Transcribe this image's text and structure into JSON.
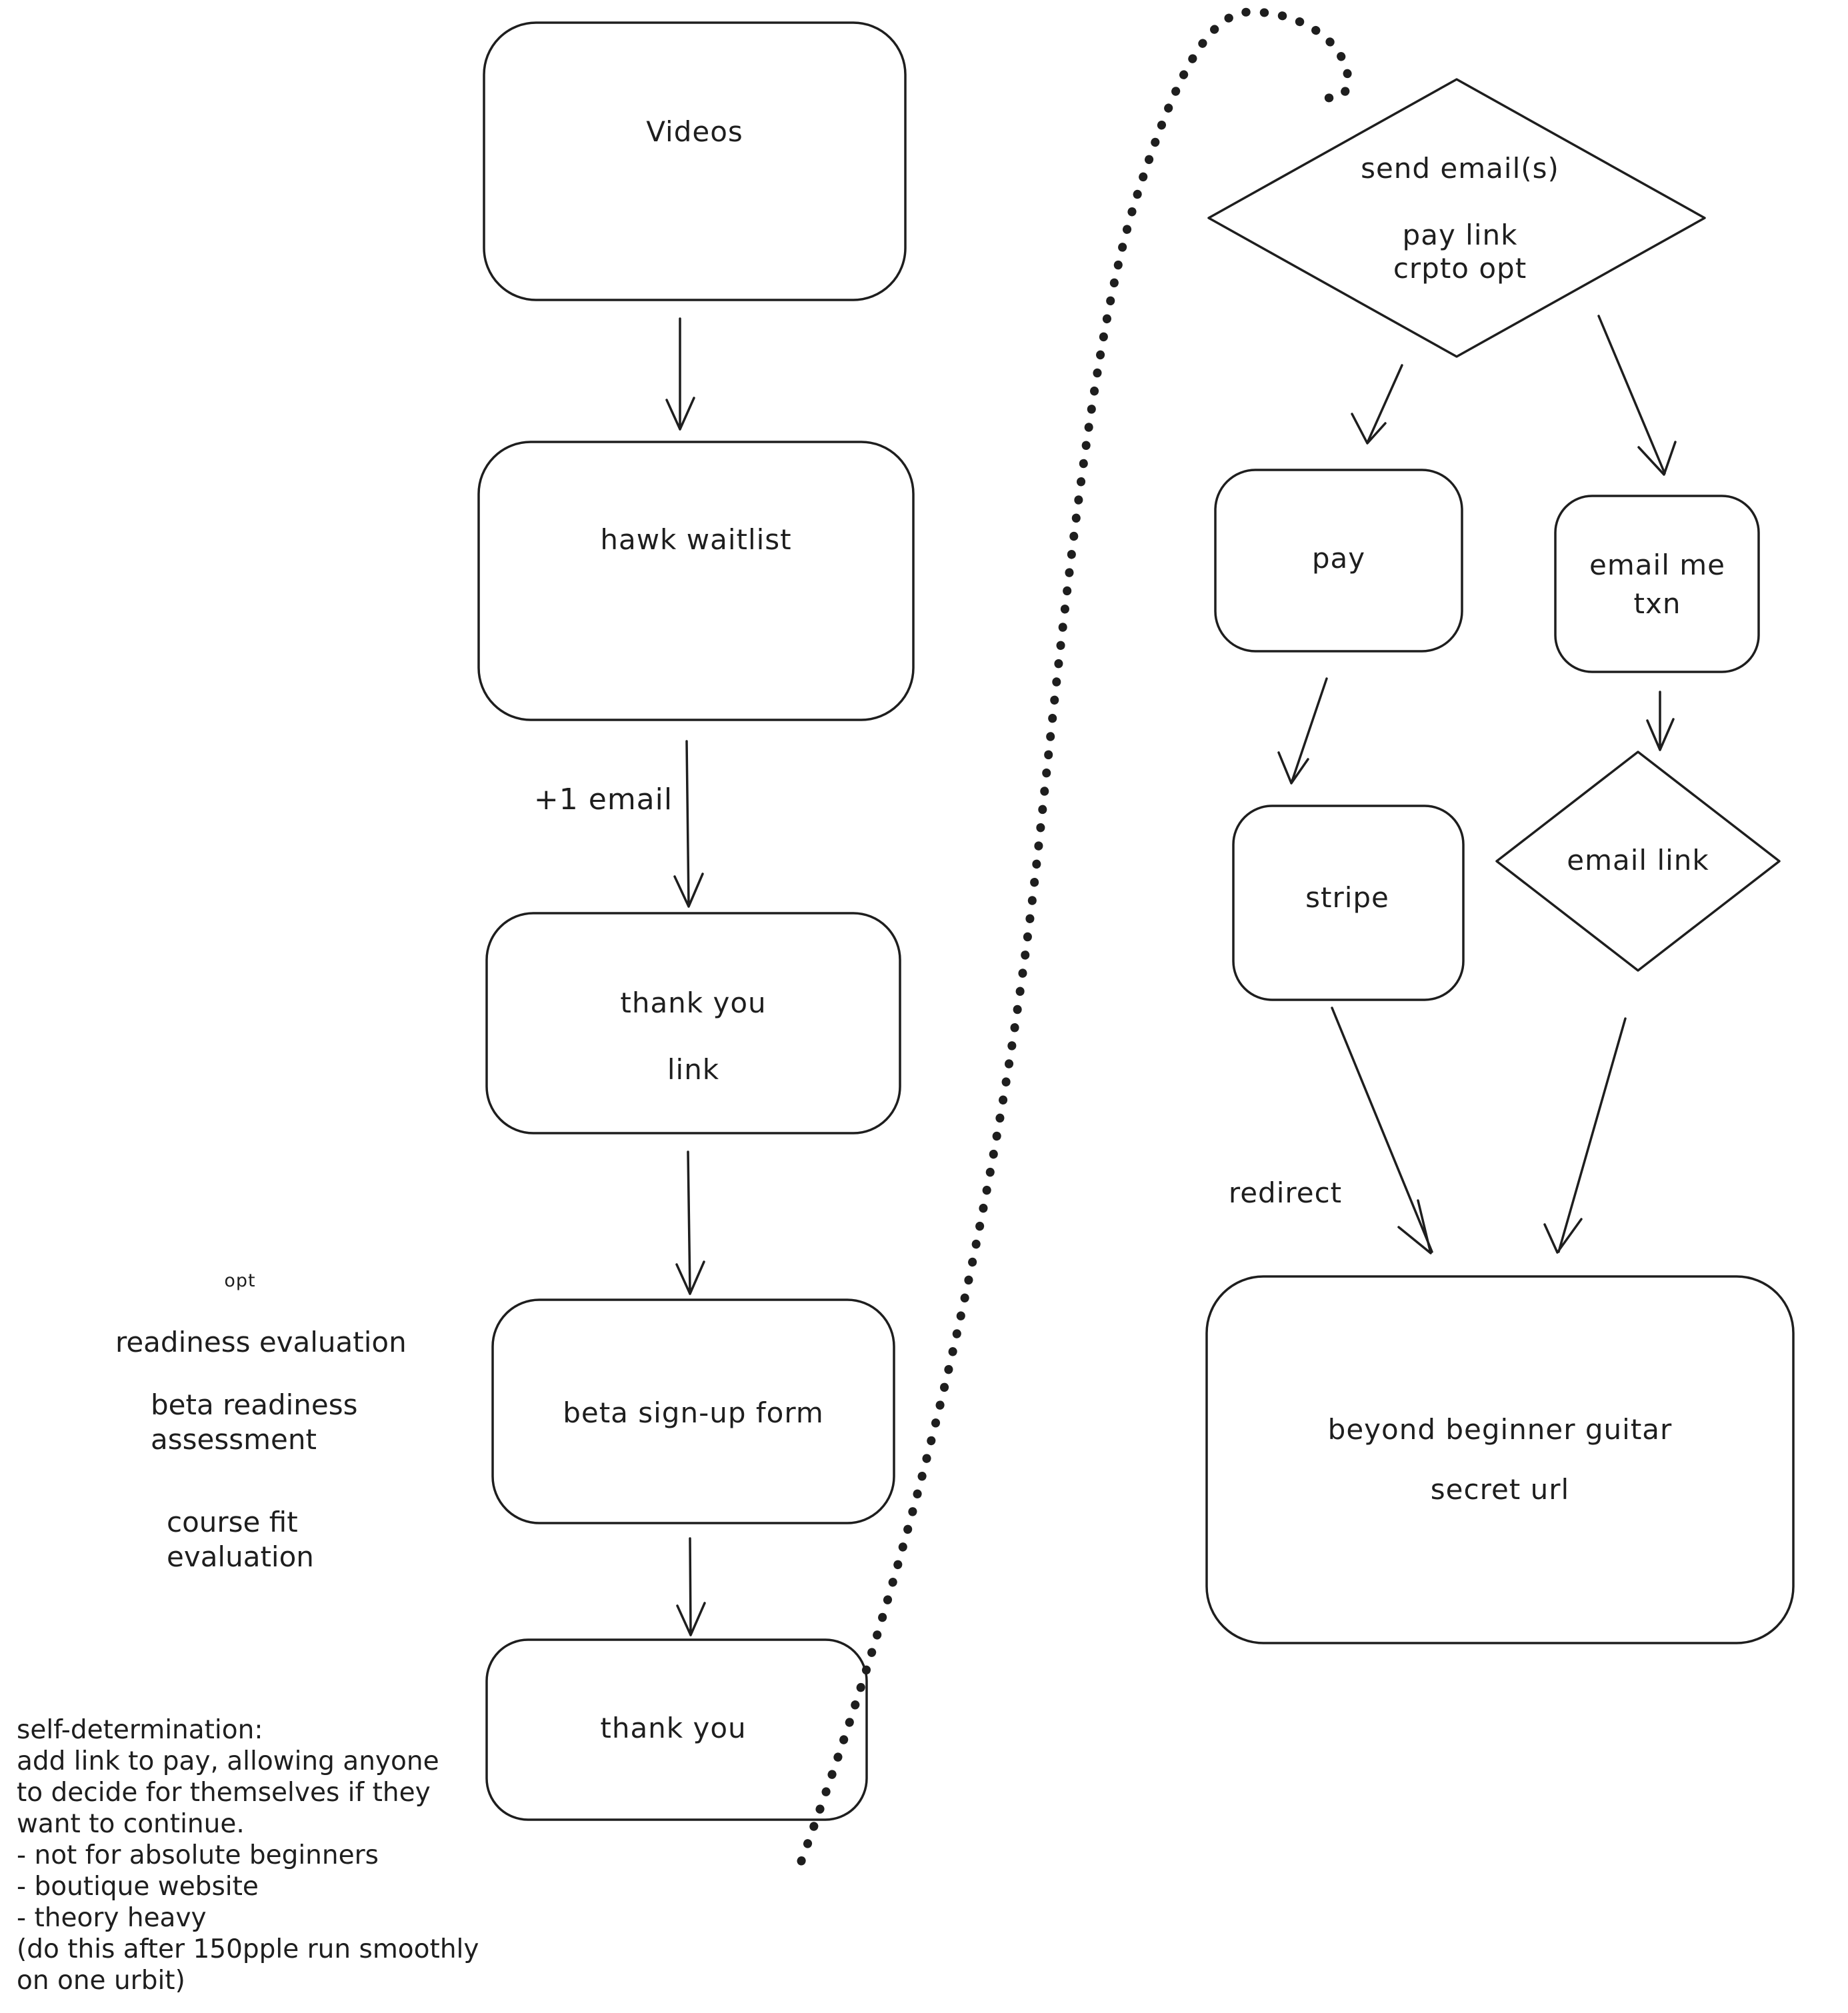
{
  "colors": {
    "background": "#ffffff",
    "ink": "#1e1e1e"
  },
  "nodes": {
    "videos": {
      "label": "Videos"
    },
    "hawk_waitlist": {
      "label": "hawk waitlist"
    },
    "thank_you_link": {
      "label": "thank you\nlink"
    },
    "beta_signup_form": {
      "label": "beta sign-up form"
    },
    "thank_you": {
      "label": "thank you"
    },
    "send_emails": {
      "label": "send email(s)\n\npay link\ncrpto opt"
    },
    "pay": {
      "label": "pay"
    },
    "email_me_txn": {
      "label": "email me txn"
    },
    "stripe": {
      "label": "stripe"
    },
    "email_link": {
      "label": "email link"
    },
    "beyond_beginner": {
      "label": "beyond beginner guitar\nsecret url"
    }
  },
  "edge_labels": {
    "plus_one_email": "+1 email",
    "redirect": "redirect"
  },
  "annotations": {
    "opt": "opt",
    "readiness_evaluation": "readiness evaluation",
    "beta_readiness": "beta readiness\nassessment",
    "course_fit": "course fit\nevaluation",
    "self_determination_note": "self-determination:\nadd link to pay, allowing anyone\nto decide for themselves if they\nwant to continue.\n- not for absolute beginners\n- boutique website\n- theory heavy\n(do this after 150pple run smoothly\non one urbit)"
  }
}
